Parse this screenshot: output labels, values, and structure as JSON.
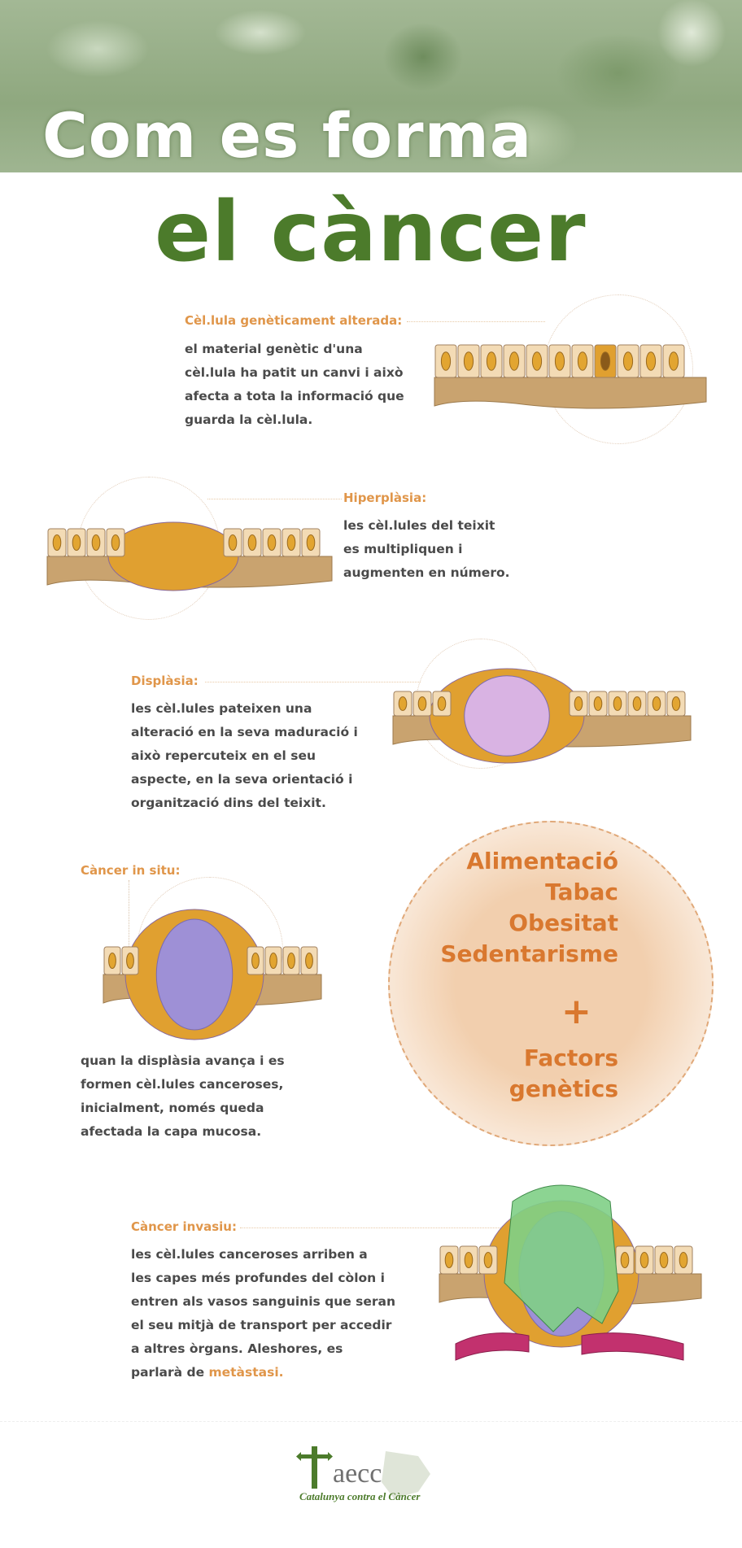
{
  "title": {
    "line1": "Com es forma",
    "line2": "el càncer"
  },
  "sections": [
    {
      "label": "Cèl.lula genèticament alterada:",
      "lines": [
        "el material genètic d'una",
        "cèl.lula ha patit un canvi i això",
        "afecta a tota la informació que",
        "guarda la cèl.lula."
      ]
    },
    {
      "label": "Hiperplàsia:",
      "lines": [
        "les cèl.lules del teixit",
        "es multipliquen i",
        "augmenten en número."
      ]
    },
    {
      "label": "Displàsia:",
      "lines": [
        "les cèl.lules pateixen una",
        "alteració en la seva maduració i",
        "això repercuteix en el seu",
        "aspecte, en la seva orientació i",
        "organització dins del teixit."
      ]
    },
    {
      "label": "Càncer in situ:",
      "lines": [
        "quan la displàsia avança i es",
        "formen cèl.lules canceroses,",
        "inicialment, només queda",
        "afectada la capa mucosa."
      ]
    },
    {
      "label": "Càncer invasiu:",
      "lines": [
        "les cèl.lules canceroses arriben a",
        "les capes més profundes del còlon i",
        "entren als vasos sanguinis que seran",
        "el seu mitjà de transport per accedir",
        "a altres òrgans. Aleshores, es"
      ],
      "last_prefix": "parlarà de ",
      "last_highlight": "metàstasi."
    }
  ],
  "factors": {
    "items": [
      "Alimentació",
      "Tabac",
      "Obesitat",
      "Sedentarisme"
    ],
    "plus": "+",
    "genetic": [
      "Factors",
      "genètics"
    ]
  },
  "logo": {
    "name": "aecc",
    "tagline": "Catalunya contra el Càncer"
  },
  "colors": {
    "green": "#4c7b2b",
    "orange": "#d9782f",
    "label": "#e0964a",
    "cell": "#f3dbb5",
    "nucleus": "#e2a531",
    "tissue": "#c9a36f",
    "purple": "#9e90d6",
    "pink": "#d9b3e3",
    "invasive": "#7fcf86",
    "vessel": "#c2316e"
  }
}
